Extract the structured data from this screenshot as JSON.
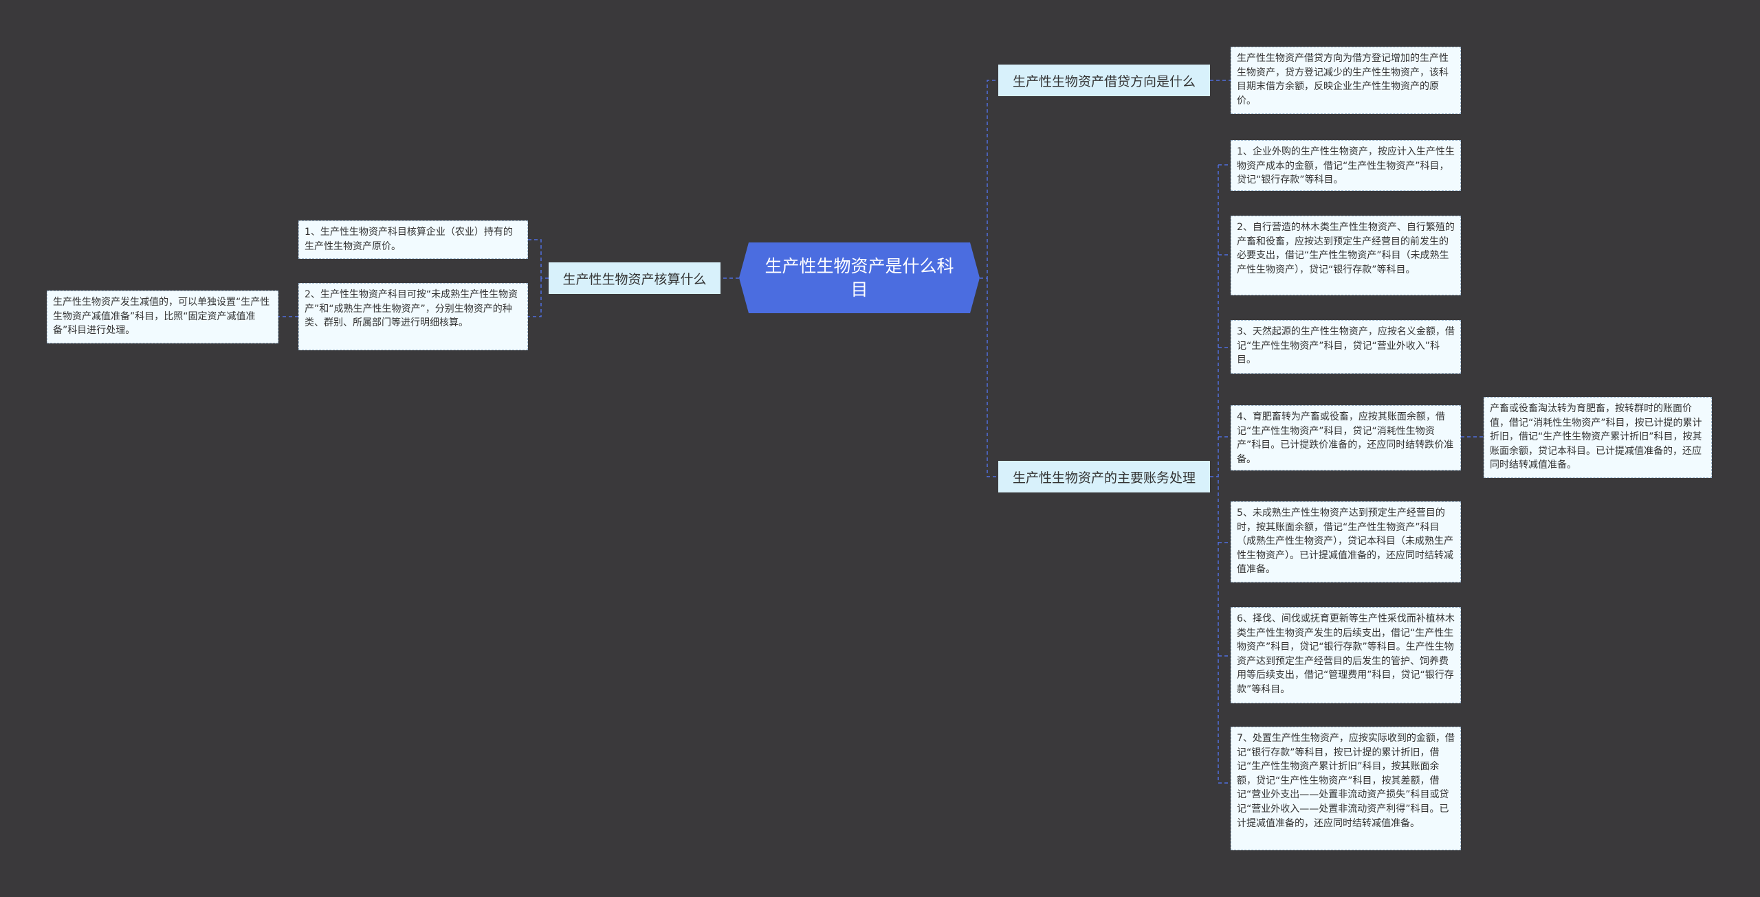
{
  "root": {
    "label": "生产性生物资产是什么科目"
  },
  "branches": {
    "debit_credit": {
      "label": "生产性生物资产借贷方向是什么",
      "leaves": [
        "生产性生物资产借贷方向为借方登记增加的生产性生物资产，贷方登记减少的生产性生物资产，该科目期末借方余额，反映企业生产性生物资产的原价。"
      ]
    },
    "main_accounting": {
      "label": "生产性生物资产的主要账务处理",
      "leaves": [
        "1、企业外购的生产性生物资产，按应计入生产性生物资产成本的金额，借记“生产性生物资产”科目，贷记“银行存款”等科目。",
        "2、自行营造的林木类生产性生物资产、自行繁殖的产畜和役畜，应按达到预定生产经营目的前发生的必要支出，借记“生产性生物资产”科目（未成熟生产性生物资产），贷记“银行存款”等科目。",
        "3、天然起源的生产性生物资产，应按名义金额，借记“生产性生物资产”科目，贷记“营业外收入”科目。",
        "4、育肥畜转为产畜或役畜，应按其账面余额，借记“生产性生物资产”科目，贷记“消耗性生物资产”科目。已计提跌价准备的，还应同时结转跌价准备。",
        "5、未成熟生产性生物资产达到预定生产经营目的时，按其账面余额，借记“生产性生物资产”科目（成熟生产性生物资产），贷记本科目（未成熟生产性生物资产）。已计提减值准备的，还应同时结转减值准备。",
        "6、择伐、间伐或抚育更新等生产性采伐而补植林木类生产性生物资产发生的后续支出，借记“生产性生物资产”科目，贷记“银行存款”等科目。生产性生物资产达到预定生产经营目的后发生的管护、饲养费用等后续支出，借记“管理费用”科目，贷记“银行存款”等科目。",
        "7、处置生产性生物资产，应按实际收到的金额，借记“银行存款”等科目，按已计提的累计折旧，借记“生产性生物资产累计折旧”科目，按其账面余额，贷记“生产性生物资产”科目，按其差额，借记“营业外支出——处置非流动资产损失”科目或贷记“营业外收入——处置非流动资产利得”科目。已计提减值准备的，还应同时结转减值准备。"
      ],
      "sub_leaf": "产畜或役畜淘汰转为育肥畜，按转群时的账面价值，借记“消耗性生物资产”科目，按已计提的累计折旧，借记“生产性生物资产累计折旧”科目，按其账面余额，贷记本科目。已计提减值准备的，还应同时结转减值准备。"
    },
    "accounting": {
      "label": "生产性生物资产核算什么",
      "leaves": [
        "1、生产性生物资产科目核算企业（农业）持有的生产性生物资产原价。",
        "2、生产性生物资产科目可按“未成熟生产性生物资产”和“成熟生产性生物资产”，分别生物资产的种类、群别、所属部门等进行明细核算。"
      ],
      "sub_leaf": "生产性生物资产发生减值的，可以单独设置“生产性生物资产减值准备”科目，比照“固定资产减值准备”科目进行处理。"
    }
  },
  "colors": {
    "background": "#3a393b",
    "root": "#4b6de0",
    "branch": "#d8f1fb",
    "leaf": "#f2fbff",
    "connector": "#4f6fe0"
  }
}
